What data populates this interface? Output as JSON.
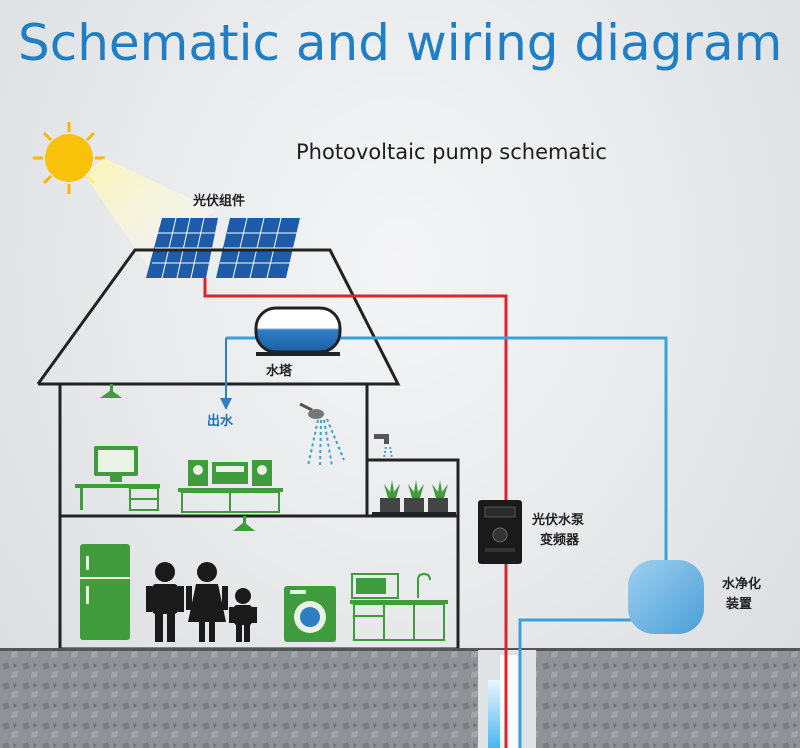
{
  "title": "Schematic and wiring diagram",
  "subtitle": "Photovoltaic pump schematic",
  "labels": {
    "pv_module": "光伏组件",
    "water_tower": "水塔",
    "water_out": "出水",
    "inverter": [
      "光伏水泵",
      "变频器"
    ],
    "purifier": [
      "水净化",
      "装置"
    ]
  },
  "colors": {
    "title": "#1f7fc6",
    "red_wire": "#d6262b",
    "blue_pipe": "#3aa0d8",
    "house_outline": "#222222",
    "green_appliance": "#3f9b3c"
  }
}
